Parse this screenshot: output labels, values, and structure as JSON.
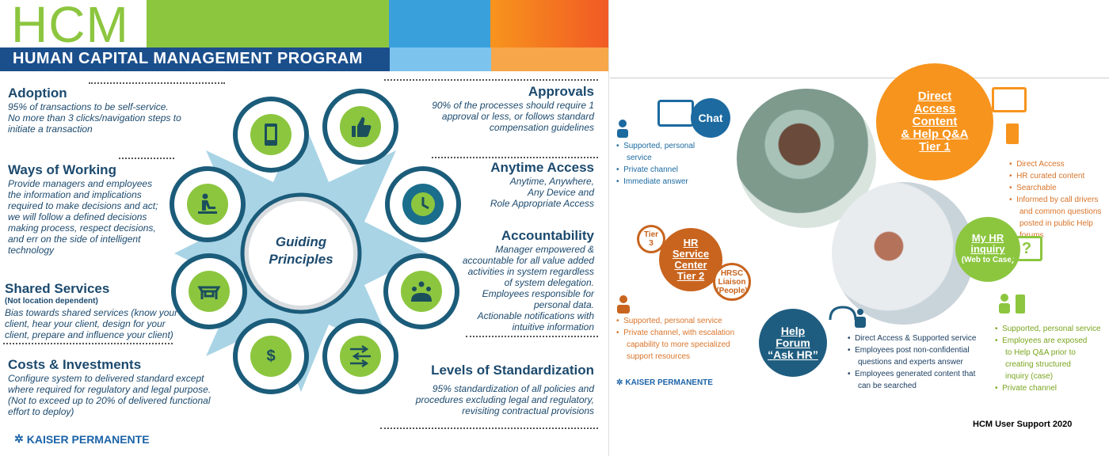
{
  "header": {
    "hcm": "HCM",
    "program": "HUMAN CAPITAL MANAGEMENT PROGRAM"
  },
  "center": {
    "line1": "Guiding",
    "line2": "Principles"
  },
  "principles": {
    "adoption": {
      "title": "Adoption",
      "body1": "95% of transactions to be self-service.",
      "body2": "No more than 3 clicks/navigation steps to",
      "body3": "initiate a transaction"
    },
    "ways": {
      "title": "Ways of Working",
      "body1": "Provide managers and employees",
      "body2": "the information and implications",
      "body3": "required to make decisions and act;",
      "body4": "we will follow a defined decisions",
      "body5": "making process, respect decisions,",
      "body6": "and err on the side of intelligent",
      "body7": "technology"
    },
    "shared": {
      "title": "Shared Services",
      "sub": "(Not location dependent)",
      "body1": "Bias towards shared services (know your",
      "body2": "client, hear your client, design for your",
      "body3": "client, prepare and influence your client)"
    },
    "costs": {
      "title": "Costs & Investments",
      "body1": "Configure system to delivered standard except",
      "body2": "where required for regulatory and legal purpose.",
      "body3": "(Not to exceed up to 20% of delivered functional",
      "body4": "effort to deploy)"
    },
    "approvals": {
      "title": "Approvals",
      "body1": "90% of the processes should require 1",
      "body2": "approval or less, or follows standard",
      "body3": "compensation guidelines"
    },
    "anytime": {
      "title": "Anytime Access",
      "body1": "Anytime, Anywhere,",
      "body2": "Any Device and",
      "body3": "Role Appropriate Access"
    },
    "account": {
      "title": "Accountability",
      "body1": "Manager empowered &",
      "body2": "accountable for all value added",
      "body3": "activities in system regardless",
      "body4": "of system delegation.",
      "body5": "Employees responsible for",
      "body6": "personal data.",
      "body7": "Actionable notifications with",
      "body8": "intuitive information"
    },
    "levels": {
      "title": "Levels of Standardization",
      "body1": "95% standardization of all policies and",
      "body2": "procedures excluding legal and regulatory,",
      "body3": "revisiting contractual provisions"
    }
  },
  "logo": {
    "left": "KAISER PERMANENTE",
    "right": "KAISER PERMANENTE",
    "dollar": "$"
  },
  "support": {
    "chat": {
      "label": "Chat",
      "b1": "Supported, personal",
      "b1b": "service",
      "b2": "Private channel",
      "b3": "Immediate answer"
    },
    "direct": {
      "l1": "Direct",
      "l2": "Access",
      "l3": "Content",
      "l4": "& Help Q&A",
      "l5": "Tier 1",
      "b1": "Direct Access",
      "b2": "HR curated content",
      "b3": "Searchable",
      "b4": "Informed by call drivers",
      "b4b": "and common questions",
      "b4c": "posted in public Help",
      "b4d": "forums"
    },
    "tier2": {
      "tier3": "Tier",
      "tier3b": "3",
      "l1": "HR",
      "l2": "Service",
      "l3": "Center",
      "l4": "Tier 2",
      "hrsc1": "HRSC",
      "hrsc2": "Liaison",
      "hrsc3": "(People)",
      "b1": "Supported, personal service",
      "b2": "Private channel, with escalation",
      "b2b": "capability to more specialized",
      "b2c": "support resources"
    },
    "myhr": {
      "l1": "My HR",
      "l2": "inquiry",
      "l3": "(Web to Case)",
      "b1": "Supported, personal service",
      "b2": "Employees are exposed",
      "b2b": "to Help Q&A prior to",
      "b2c": "creating structured",
      "b2d": "inquiry (case)",
      "b3": "Private channel"
    },
    "forum": {
      "l1": "Help",
      "l2": "Forum",
      "l3": "“Ask HR”",
      "b1": "Direct Access & Supported service",
      "b2": "Employees post non-confidential",
      "b2b": "questions and experts answer",
      "b3": "Employees generated content that",
      "b3b": "can be searched"
    },
    "footer": "HCM User Support 2020"
  },
  "colors": {
    "navy": "#1b4f8c",
    "green": "#8cc63f",
    "orange": "#f7941d",
    "teal": "#1f6d8f",
    "brown": "#c8641e"
  }
}
